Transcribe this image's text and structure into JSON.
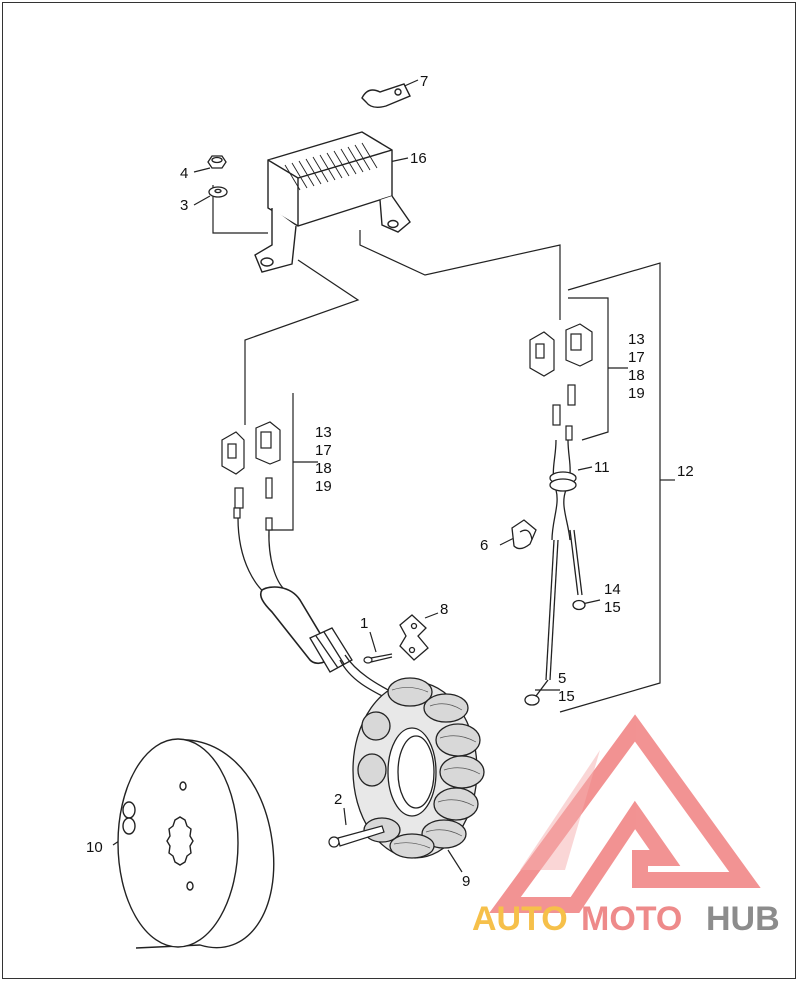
{
  "diagram": {
    "callouts": {
      "c1": "1",
      "c2": "2",
      "c3": "3",
      "c4": "4",
      "c5": "5",
      "c6": "6",
      "c7": "7",
      "c8": "8",
      "c9": "9",
      "c10": "10",
      "c11": "11",
      "c12": "12",
      "c14": "14",
      "c15a": "15",
      "c15b": "15",
      "c16": "16"
    },
    "group_left": [
      "13",
      "17",
      "18",
      "19"
    ],
    "group_right": [
      "13",
      "17",
      "18",
      "19"
    ]
  },
  "watermark": {
    "part1": "AUTO",
    "part2": "MOTO",
    "part3": "HUB",
    "color_auto": "#f6c04a",
    "color_moto": "#ee8a8a",
    "color_hub": "#8c8c8c",
    "logo_color": "#f08080"
  }
}
